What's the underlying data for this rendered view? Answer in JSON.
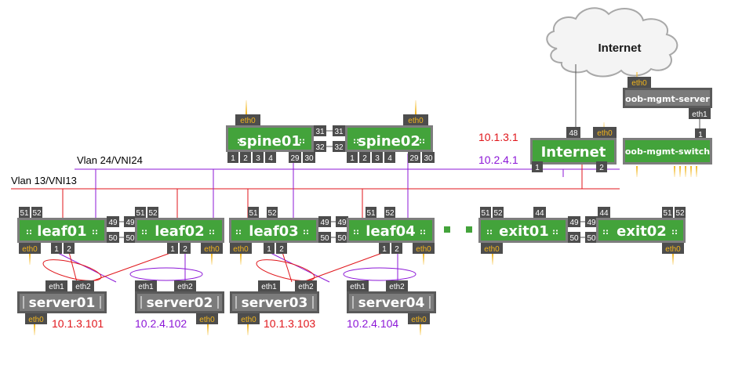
{
  "internet_cloud": {
    "label": "Internet"
  },
  "vlans": {
    "vlan24": "Vlan 24/VNI24",
    "vlan13": "Vlan 13/VNI13"
  },
  "networks": {
    "red_gw": "10.1.3.1",
    "purple_gw": "10.2.4.1"
  },
  "colors": {
    "red": "#e0161b",
    "purple": "#8c17d7",
    "green": "#43a33b",
    "gray": "#6b6b6b",
    "port": "#4d4d4d",
    "amber": "#f2b51b"
  },
  "devices": {
    "spine01": {
      "name": "spine01",
      "eth": "eth0",
      "ports": [
        "1",
        "2",
        "3",
        "4",
        "29",
        "30",
        "31",
        "32"
      ]
    },
    "spine02": {
      "name": "spine02",
      "eth": "eth0",
      "ports": [
        "1",
        "2",
        "3",
        "4",
        "29",
        "30",
        "31",
        "32"
      ]
    },
    "internet_switch": {
      "name": "Internet",
      "eth": "eth0",
      "ports": [
        "48",
        "1",
        "2"
      ]
    },
    "oob_mgmt_server": {
      "name": "oob-mgmt-server",
      "eth0": "eth0",
      "eth1": "eth1"
    },
    "oob_mgmt_switch": {
      "name": "oob-mgmt-switch",
      "port": "1",
      "more": "..."
    },
    "leaf01": {
      "name": "leaf01",
      "eth": "eth0",
      "ports": [
        "51",
        "52",
        "49",
        "50",
        "1",
        "2"
      ]
    },
    "leaf02": {
      "name": "leaf02",
      "eth": "eth0",
      "ports": [
        "51",
        "52",
        "49",
        "50",
        "1",
        "2"
      ]
    },
    "leaf03": {
      "name": "leaf03",
      "eth": "eth0",
      "ports": [
        "51",
        "52",
        "49",
        "50",
        "1",
        "2"
      ]
    },
    "leaf04": {
      "name": "leaf04",
      "eth": "eth0",
      "ports": [
        "51",
        "52",
        "49",
        "50",
        "1",
        "2"
      ]
    },
    "exit01": {
      "name": "exit01",
      "eth": "eth0",
      "ports": [
        "51",
        "52",
        "44",
        "49",
        "50"
      ]
    },
    "exit02": {
      "name": "exit02",
      "eth": "eth0",
      "ports": [
        "51",
        "52",
        "44",
        "49",
        "50"
      ]
    },
    "server01": {
      "name": "server01",
      "eth0": "eth0",
      "eth1": "eth1",
      "eth2": "eth2",
      "ip": "10.1.3.101"
    },
    "server02": {
      "name": "server02",
      "eth0": "eth0",
      "eth1": "eth1",
      "eth2": "eth2",
      "ip": "10.2.4.102"
    },
    "server03": {
      "name": "server03",
      "eth0": "eth0",
      "eth1": "eth1",
      "eth2": "eth2",
      "ip": "10.1.3.103"
    },
    "server04": {
      "name": "server04",
      "eth0": "eth0",
      "eth1": "eth1",
      "eth2": "eth2",
      "ip": "10.2.4.104"
    }
  }
}
